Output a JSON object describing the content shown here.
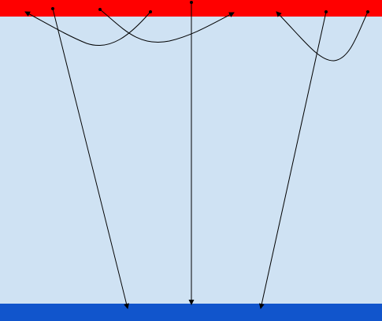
{
  "colors": {
    "field": "#cfe2f3",
    "top_band": "#ff0000",
    "bottom_band": "#1155cc",
    "stroke": "#000000"
  },
  "connectors": [
    {
      "id": "straight-arrow-1",
      "kind": "straight",
      "from": "top-band",
      "to": "bottom-band",
      "arrow": "end"
    },
    {
      "id": "straight-arrow-2",
      "kind": "straight",
      "from": "top-band",
      "to": "bottom-band",
      "arrow": "end"
    },
    {
      "id": "straight-arrow-3",
      "kind": "straight",
      "from": "top-band",
      "to": "bottom-band",
      "arrow": "end"
    },
    {
      "id": "curved-arrow-1",
      "kind": "curved",
      "from": "top-band",
      "to": "top-band",
      "arrow": "end"
    },
    {
      "id": "curved-arrow-2",
      "kind": "curved",
      "from": "top-band",
      "to": "top-band",
      "arrow": "end"
    },
    {
      "id": "curved-arrow-3",
      "kind": "curved",
      "from": "top-band",
      "to": "top-band",
      "arrow": "end"
    }
  ]
}
